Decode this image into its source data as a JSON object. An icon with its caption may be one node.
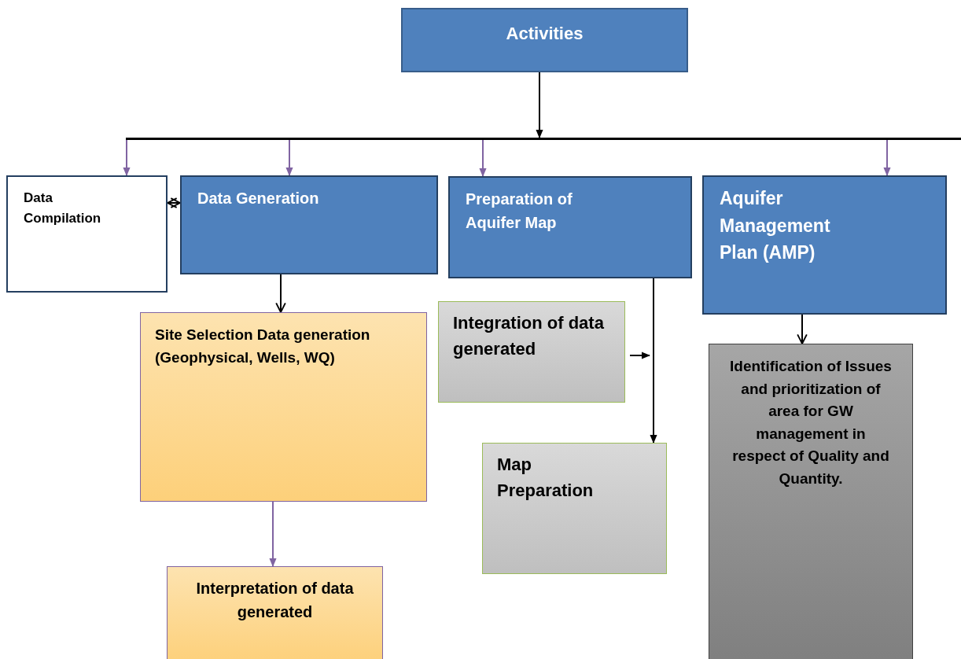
{
  "diagram": {
    "nodes": [
      {
        "text": [
          "Activities"
        ]
      },
      {
        "text": [],
        "shape": "bar"
      },
      {
        "text": [
          "Data Compilation"
        ]
      },
      {
        "text": [
          "Data Generation"
        ]
      },
      {
        "text": [
          "Preparation of Aquifer Map"
        ]
      },
      {
        "text": [
          "Aquifer Management Plan (AMP)"
        ]
      },
      {
        "text": [
          "Site Selection Data generation (Geophysical, Wells, WQ)"
        ]
      },
      {
        "text": [
          "Interpretation of data generated"
        ]
      },
      {
        "text": [
          "Integration of data generated"
        ]
      },
      {
        "text": [
          "Map Preparation"
        ]
      },
      {
        "text": [
          "Identification of Issues and prioritization of area for GW management in respect of Quality and Quantity."
        ]
      }
    ],
    "edges": [
      {
        "from": 0,
        "to": 1,
        "arrow": "to"
      },
      {
        "from": 1,
        "to": 2,
        "arrow": "to",
        "color": "#8064a2"
      },
      {
        "from": 1,
        "to": 3,
        "arrow": "to",
        "color": "#8064a2"
      },
      {
        "from": 1,
        "to": 4,
        "arrow": "to",
        "color": "#8064a2"
      },
      {
        "from": 1,
        "to": 5,
        "arrow": "to",
        "color": "#8064a2"
      },
      {
        "from": 2,
        "to": 3,
        "arrow": "both"
      },
      {
        "from": 3,
        "to": 6,
        "arrow": "to"
      },
      {
        "from": 6,
        "to": 7,
        "arrow": "to",
        "color": "#8064a2"
      },
      {
        "from": 4,
        "to": 9,
        "arrow": "to"
      },
      {
        "from": 8,
        "to": null,
        "arrow": "to"
      },
      {
        "from": 5,
        "to": 10,
        "arrow": "to"
      }
    ]
  }
}
